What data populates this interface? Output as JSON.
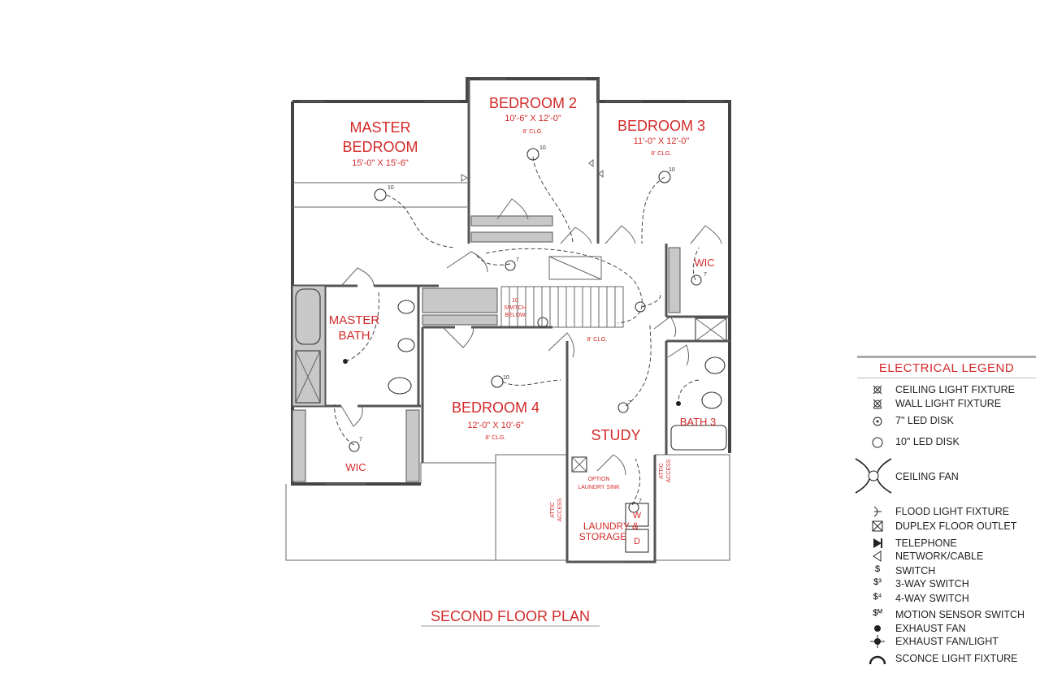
{
  "plan_title": "SECOND FLOOR PLAN",
  "rooms": {
    "master_bedroom": {
      "name_line1": "MASTER",
      "name_line2": "BEDROOM",
      "size": "15'-0\" X 15'-6\""
    },
    "bedroom2": {
      "name": "BEDROOM 2",
      "size": "10'-6\" X 12'-0\"",
      "ceiling": "8' CLG."
    },
    "bedroom3": {
      "name": "BEDROOM 3",
      "size": "11'-0\" X 12'-0\"",
      "ceiling": "8' CLG."
    },
    "bedroom4": {
      "name": "BEDROOM 4",
      "size": "12'-0\" X 10'-6\"",
      "ceiling": "8' CLG."
    },
    "master_bath": {
      "name_line1": "MASTER",
      "name_line2": "BATH"
    },
    "wic_right": {
      "name": "WIC"
    },
    "wic_left": {
      "name": "WIC"
    },
    "study": {
      "name": "STUDY"
    },
    "bath3": {
      "name": "BATH 3"
    },
    "laundry": {
      "name_line1": "LAUNDRY &",
      "name_line2": "STORAGE"
    },
    "hall": {
      "ceiling": "8' CLG."
    }
  },
  "notes": {
    "switch_below_1": "10",
    "switch_below_2": "SWITCH",
    "switch_below_3": "BELOW",
    "option_line1": "OPTION",
    "option_line2": "LAUNDRY SINK",
    "attic_left_1": "ATTIC",
    "attic_left_2": "ACCESS",
    "attic_right_1": "ATTIC",
    "attic_right_2": "ACCESS",
    "washer": "W",
    "dryer": "D"
  },
  "fixture_labels": {
    "ten": "10",
    "seven": "7"
  },
  "legend": {
    "title": "ELECTRICAL LEGEND",
    "items": [
      {
        "icon": "ceiling-light-fixture-icon",
        "label": "CEILING LIGHT FIXTURE"
      },
      {
        "icon": "wall-light-fixture-icon",
        "label": "WALL LIGHT FIXTURE"
      },
      {
        "icon": "led-disk-7-icon",
        "label": "7\" LED DISK"
      },
      {
        "icon": "led-disk-10-icon",
        "label": "10\" LED DISK"
      },
      {
        "icon": "ceiling-fan-icon",
        "label": "CEILING FAN"
      },
      {
        "icon": "flood-light-icon",
        "label": "FLOOD LIGHT FIXTURE"
      },
      {
        "icon": "duplex-floor-outlet-icon",
        "label": "DUPLEX FLOOR OUTLET"
      },
      {
        "icon": "telephone-icon",
        "label": "TELEPHONE"
      },
      {
        "icon": "network-cable-icon",
        "label": "NETWORK/CABLE"
      },
      {
        "icon": "switch-icon",
        "label": "SWITCH"
      },
      {
        "icon": "three-way-switch-icon",
        "label": "3-WAY SWITCH"
      },
      {
        "icon": "four-way-switch-icon",
        "label": "4-WAY SWITCH"
      },
      {
        "icon": "motion-sensor-switch-icon",
        "label": "MOTION SENSOR SWITCH"
      },
      {
        "icon": "exhaust-fan-icon",
        "label": "EXHAUST FAN"
      },
      {
        "icon": "exhaust-fan-light-icon",
        "label": "EXHAUST FAN/LIGHT"
      },
      {
        "icon": "sconce-light-icon",
        "label": "SCONCE LIGHT FIXTURE"
      }
    ]
  },
  "colors": {
    "label_red": "#d42a2a",
    "wall": "#444444"
  }
}
